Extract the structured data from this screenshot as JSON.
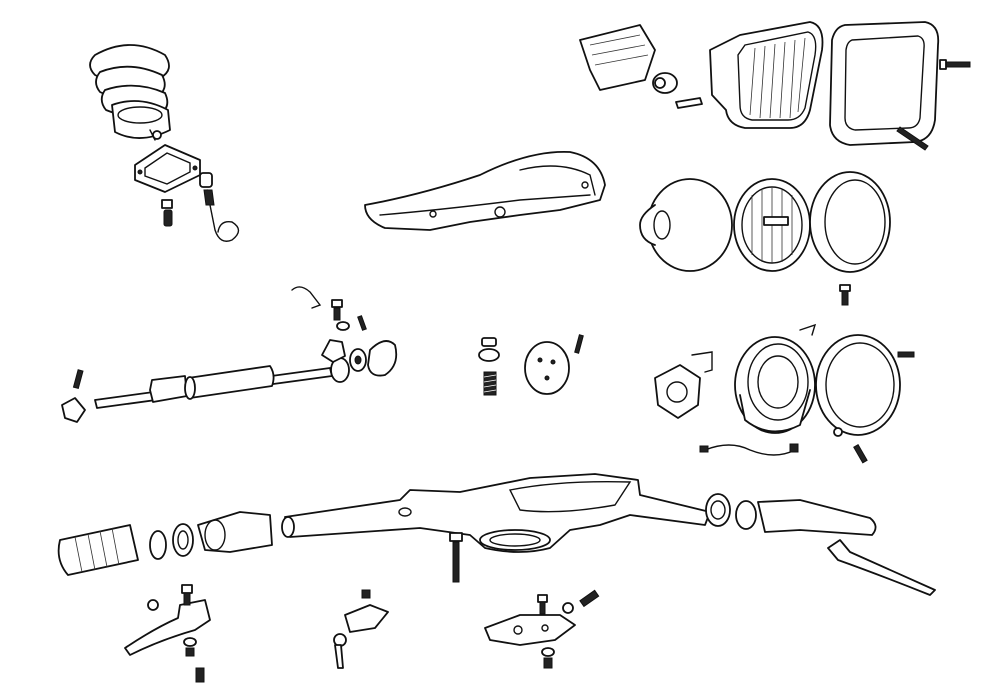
{
  "diagram": {
    "type": "exploded-parts-view",
    "parts": [
      "steering-boot",
      "gasket-plate",
      "cable-with-eyelet",
      "headset-cover",
      "rectangular-headlight",
      "rectangular-headlight-rim",
      "round-headlight-reflector",
      "round-headlight-lens",
      "round-headlight-rim",
      "control-shaft-assembly",
      "spring-and-bolt",
      "cover-disc",
      "small-headlight",
      "small-headlight-rim",
      "headlight-cable",
      "handlebar",
      "throttle-grip",
      "clutch-lever",
      "ignition-lock-with-key",
      "brake-lever-mount"
    ]
  }
}
